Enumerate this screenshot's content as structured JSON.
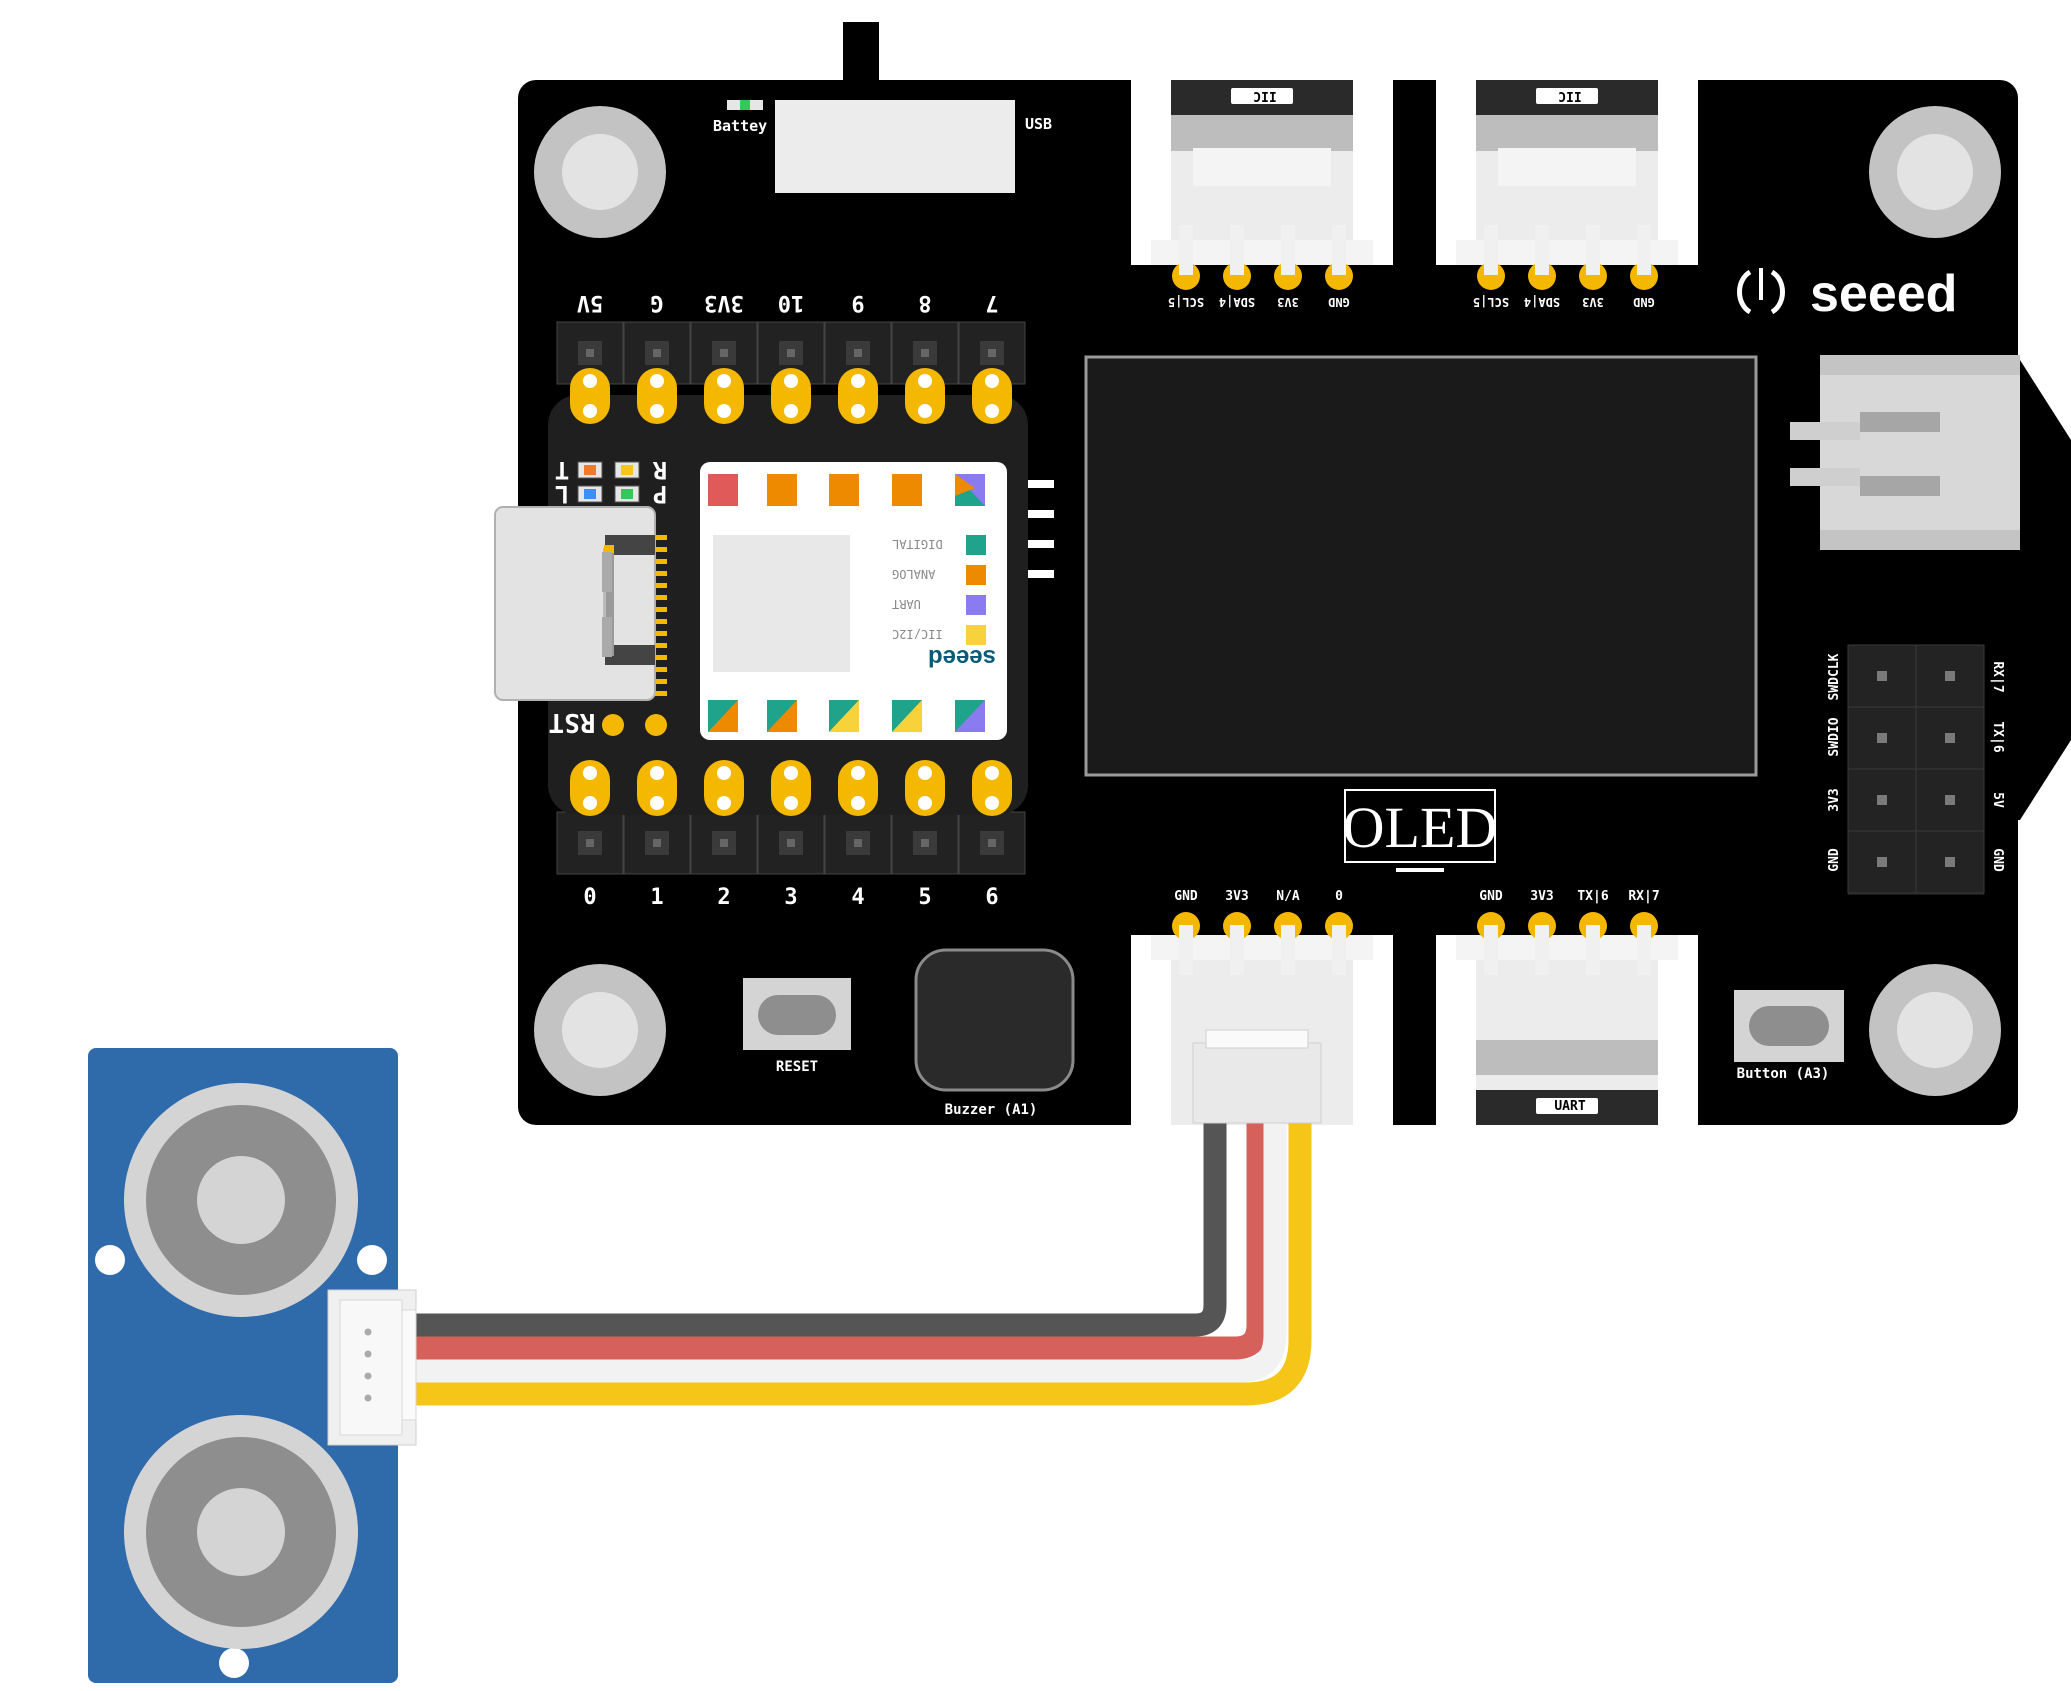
{
  "board": {
    "battery_label": "Battey",
    "usb_label": "USB",
    "brand": "seeed",
    "oled_label": "OLED",
    "reset_label": "RESET",
    "buzzer_label": "Buzzer (A1)",
    "button_label": "Button (A3)",
    "rst_label": "RST",
    "led_labels": [
      "R",
      "P",
      "L",
      "T"
    ],
    "top_header_pins": [
      "5V",
      "G",
      "3V3",
      "10",
      "9",
      "8",
      "7"
    ],
    "bottom_header_pins": [
      "0",
      "1",
      "2",
      "3",
      "4",
      "5",
      "6"
    ],
    "iic_connector_label": "IIC",
    "iic_pins": [
      "SCL|5",
      "SDA|4",
      "3V3",
      "GND"
    ],
    "analog_connector_pins": [
      "GND",
      "3V3",
      "N/A",
      "0"
    ],
    "uart_connector_pins": [
      "GND",
      "3V3",
      "TX|6",
      "RX|7"
    ],
    "uart_connector_label": "UART",
    "swd_left_pins": [
      "SWDCLK",
      "SWDIO",
      "3V3",
      "GND"
    ],
    "swd_right_pins": [
      "RX|7",
      "TX|6",
      "5V",
      "GND"
    ]
  },
  "xiao": {
    "brand": "seeed",
    "legend": [
      "DIGITAL",
      "ANALOG",
      "UART",
      "IIC/I2C"
    ],
    "legend_colors": [
      "#1fa38a",
      "#ee8a00",
      "#8b7bf0",
      "#f8d23a"
    ]
  },
  "cable": {
    "wire_colors": [
      "#555555",
      "#d6605a",
      "#f2f2f2",
      "#f5c518"
    ]
  },
  "sensor": {
    "color": "#2f6aab"
  }
}
